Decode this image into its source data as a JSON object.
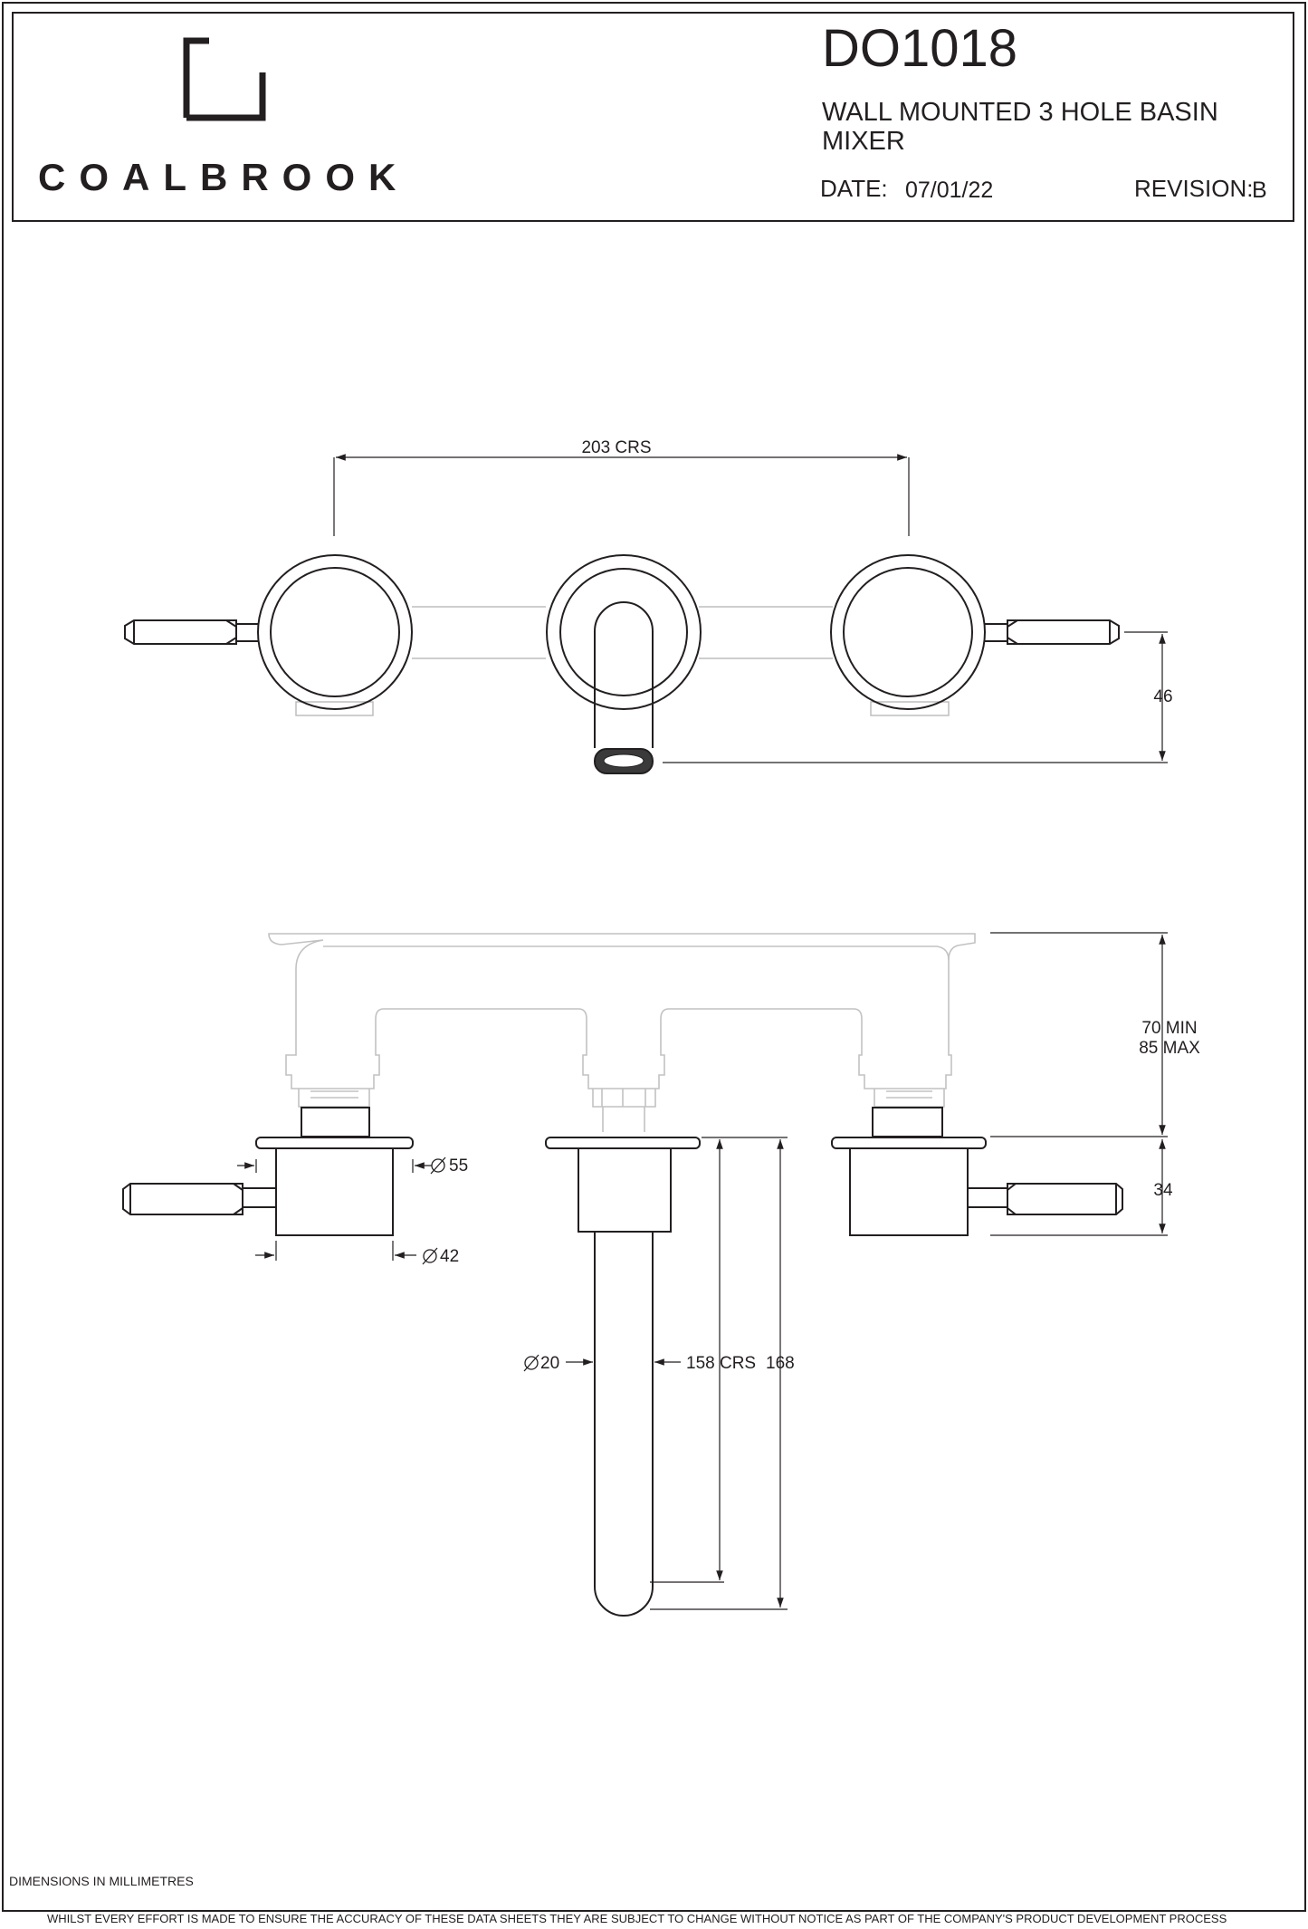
{
  "title_block": {
    "brand": "COALBROOK",
    "product_code": "DO1018",
    "product_name": "WALL MOUNTED 3 HOLE BASIN MIXER",
    "date_label": "DATE:",
    "date_value": "07/01/22",
    "revision_label": "REVISION:",
    "revision_value": "B"
  },
  "front_view": {
    "centres_dim": "203 CRS",
    "height_dim": "46"
  },
  "side_view": {
    "backplate_dim": "55",
    "body_dim": "42",
    "spout_dia_dim": "20",
    "projection_line1": "70 MIN",
    "projection_line2": "85 MAX",
    "handle_height_dim": "34",
    "spout_crs_dim": "158 CRS",
    "spout_length_dim": "168"
  },
  "footer": {
    "units": "DIMENSIONS IN  MILLIMETRES",
    "disclaimer": "WHILST EVERY EFFORT IS MADE TO ENSURE THE ACCURACY OF THESE DATA SHEETS THEY ARE SUBJECT TO CHANGE WITHOUT NOTICE AS PART OF THE COMPANY'S PRODUCT DEVELOPMENT PROCESS"
  }
}
